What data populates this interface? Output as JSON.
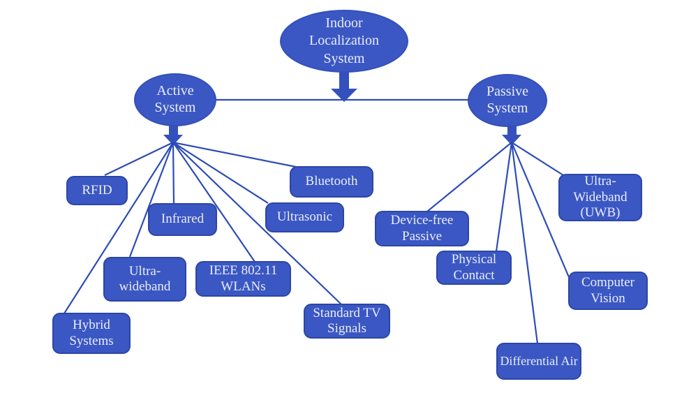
{
  "diagram": {
    "title": "Indoor Localization System taxonomy",
    "nodes": {
      "root": "Indoor Localization System",
      "active": "Active System",
      "passive": "Passive System",
      "rfid": "RFID",
      "infrared": "Infrared",
      "ultra_wideband": "Ultra-wideband",
      "hybrid": "Hybrid Systems",
      "ieee": "IEEE 802.11 WLANs",
      "bluetooth": "Bluetooth",
      "ultrasonic": "Ultrasonic",
      "tv": "Standard TV Signals",
      "device_free": "Device-free Passive",
      "physical": "Physical Contact",
      "uwb": "Ultra-Wideband (UWB)",
      "computer_vision": "Computer Vision",
      "differential_air": "Differential Air"
    },
    "edges": {
      "root_children": [
        "Active System",
        "Passive System"
      ],
      "active_children": [
        "RFID",
        "Infrared",
        "Ultra-wideband",
        "Hybrid Systems",
        "IEEE 802.11 WLANs",
        "Bluetooth",
        "Ultrasonic",
        "Standard TV Signals"
      ],
      "passive_children": [
        "Device-free Passive",
        "Physical Contact",
        "Ultra-Wideband (UWB)",
        "Computer Vision",
        "Differential Air"
      ]
    },
    "colors": {
      "node_fill": "#3b57c3",
      "node_border": "#2c46a6",
      "connector": "#2d4cb5",
      "text": "#e9eefa",
      "background": "#ffffff"
    }
  }
}
